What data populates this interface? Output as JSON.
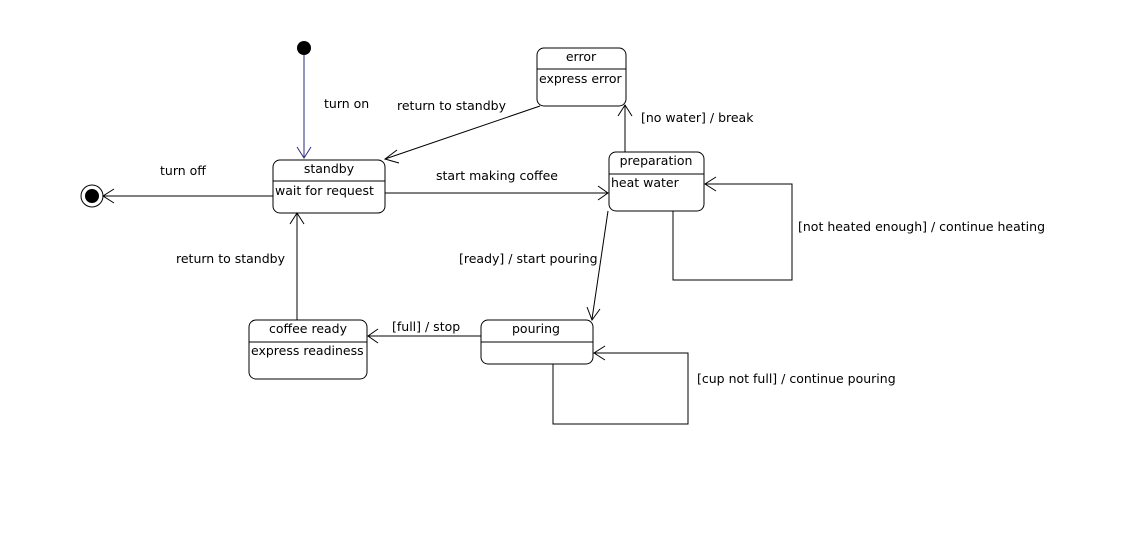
{
  "states": {
    "standby": {
      "name": "standby",
      "activity": "wait for request"
    },
    "error": {
      "name": "error",
      "activity": "express error"
    },
    "preparation": {
      "name": "preparation",
      "activity": "heat water"
    },
    "pouring": {
      "name": "pouring",
      "activity": ""
    },
    "coffee_ready": {
      "name": "coffee ready",
      "activity": "express readiness"
    }
  },
  "transitions": {
    "turn_on": "turn on",
    "turn_off": "turn off",
    "return_standby_error": "return to standby",
    "start_making_coffee": "start making coffee",
    "no_water_break": "[no water] / break",
    "not_heated_enough": "[not heated enough] / continue heating",
    "ready_start_pouring": "[ready] / start pouring",
    "full_stop": "[full] / stop",
    "cup_not_full": "[cup not full] / continue pouring",
    "return_standby_ready": "return to standby"
  },
  "colors": {
    "line": "#000000",
    "initial_arrow": "#2a2a7a",
    "background": "#ffffff"
  }
}
